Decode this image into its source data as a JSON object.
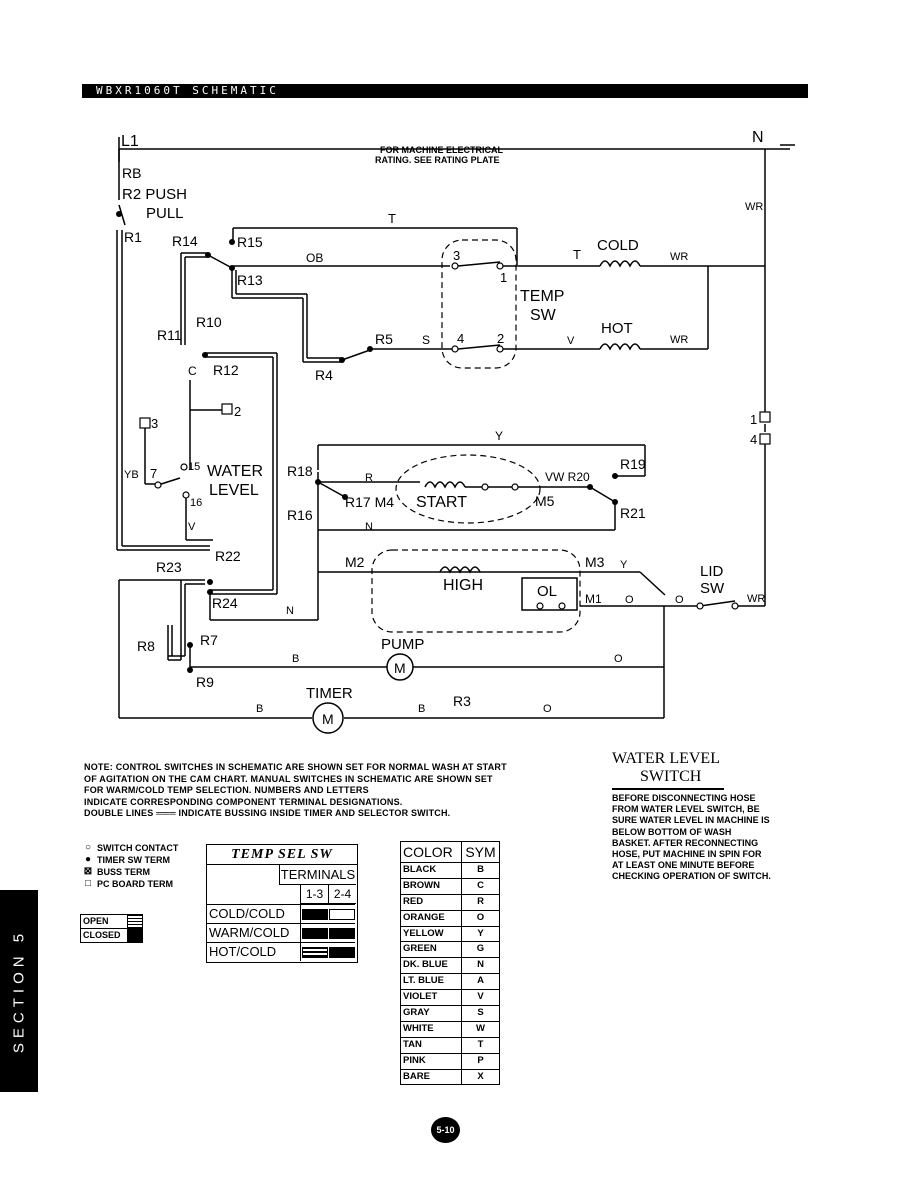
{
  "title": "WBXR1060T SCHEMATIC",
  "schematic": {
    "l1": "L1",
    "n": "N",
    "rb": "RB",
    "r2_push_pull_1": "R2 PUSH",
    "r2_push_pull_2": "PULL",
    "r1": "R1",
    "r14": "R14",
    "r15": "R15",
    "r13": "R13",
    "r11": "R11",
    "r10": "R10",
    "r12": "R12",
    "c": "C",
    "r5": "R5",
    "r4": "R4",
    "s": "S",
    "v_hot": "V",
    "t_top": "T",
    "t_cold": "T",
    "ob": "OB",
    "wr_top": "WR",
    "wr_cold": "WR",
    "wr_hot": "WR",
    "wr_lid": "WR",
    "cold": "COLD",
    "hot": "HOT",
    "temp_sw_1": "TEMP",
    "temp_sw_2": "SW",
    "t3": "3",
    "t1": "1",
    "t4": "4",
    "t2": "2",
    "rating_1": "FOR MACHINE ELECTRICAL",
    "rating_2": "RATING. SEE RATING PLATE",
    "term_2": "2",
    "term_3": "3",
    "term_1": "1",
    "term_4": "4",
    "yb": "YB",
    "wl_7": "7",
    "wl_15": "15",
    "wl_16": "16",
    "water_level_1": "WATER",
    "water_level_2": "LEVEL",
    "v_wl": "V",
    "y_top": "Y",
    "r18": "R18",
    "r": "R",
    "vw_r20": "VW R20",
    "r19": "R19",
    "r17_m4": "R17 M4",
    "start": "START",
    "m5": "M5",
    "r16": "R16",
    "r21": "R21",
    "n_mid": "N",
    "r22": "R22",
    "r23": "R23",
    "r24": "R24",
    "n_low": "N",
    "m2": "M2",
    "m3": "M3",
    "y_m3": "Y",
    "high": "HIGH",
    "ol": "OL",
    "m1": "M1",
    "o_a": "O",
    "o_b": "O",
    "lid_1": "LID",
    "lid_2": "SW",
    "r8": "R8",
    "r7": "R7",
    "r9": "R9",
    "pump": "PUMP",
    "b_pump": "B",
    "o_pump": "O",
    "timer": "TIMER",
    "b_timer1": "B",
    "b_timer2": "B",
    "r3": "R3",
    "o_timer": "O",
    "m": "M"
  },
  "note": [
    "NOTE: CONTROL SWITCHES IN SCHEMATIC ARE SHOWN SET FOR NORMAL WASH AT START",
    "OF AGITATION ON THE CAM CHART.  MANUAL SWITCHES IN SCHEMATIC ARE SHOWN SET",
    "FOR WARM/COLD TEMP SELECTION.  NUMBERS AND LETTERS",
    "INDICATE CORRESPONDING COMPONENT TERMINAL DESIGNATIONS.",
    "DOUBLE LINES ═══ INDICATE BUSSING INSIDE TIMER AND SELECTOR SWITCH."
  ],
  "water_level_switch": {
    "title_1": "WATER LEVEL",
    "title_2": "SWITCH",
    "text": "BEFORE DISCONNECTING HOSE FROM WATER LEVEL SWITCH, BE SURE WATER LEVEL IN MACHINE IS BELOW BOTTOM OF WASH BASKET.  AFTER RECONNECTING HOSE, PUT MACHINE IN SPIN FOR AT LEAST ONE MINUTE BEFORE CHECKING OPERATION OF SWITCH."
  },
  "legend": [
    {
      "icon": "open-circle-icon",
      "label": "SWITCH CONTACT"
    },
    {
      "icon": "filled-dot-icon",
      "label": "TIMER SW TERM"
    },
    {
      "icon": "buss-term-icon",
      "label": "BUSS TERM"
    },
    {
      "icon": "square-icon",
      "label": "PC BOARD TERM"
    }
  ],
  "open_closed": {
    "open": "OPEN",
    "closed": "CLOSED"
  },
  "temp_sel": {
    "title": "TEMP SEL SW",
    "terminals": "TERMINALS",
    "col1": "1-3",
    "col2": "2-4",
    "rows": [
      {
        "name": "COLD/COLD",
        "c13": "closed",
        "c24": "open"
      },
      {
        "name": "WARM/COLD",
        "c13": "closed",
        "c24": "closed"
      },
      {
        "name": "HOT/COLD",
        "c13": "open",
        "c24": "closed"
      }
    ]
  },
  "color_table": {
    "header_color": "COLOR",
    "header_sym": "SYM",
    "rows": [
      {
        "color": "BLACK",
        "sym": "B"
      },
      {
        "color": "BROWN",
        "sym": "C"
      },
      {
        "color": "RED",
        "sym": "R"
      },
      {
        "color": "ORANGE",
        "sym": "O"
      },
      {
        "color": "YELLOW",
        "sym": "Y"
      },
      {
        "color": "GREEN",
        "sym": "G"
      },
      {
        "color": "DK. BLUE",
        "sym": "N"
      },
      {
        "color": "LT. BLUE",
        "sym": "A"
      },
      {
        "color": "VIOLET",
        "sym": "V"
      },
      {
        "color": "GRAY",
        "sym": "S"
      },
      {
        "color": "WHITE",
        "sym": "W"
      },
      {
        "color": "TAN",
        "sym": "T"
      },
      {
        "color": "PINK",
        "sym": "P"
      },
      {
        "color": "BARE",
        "sym": "X"
      }
    ]
  },
  "section": "SECTION 5",
  "page": "5-10"
}
